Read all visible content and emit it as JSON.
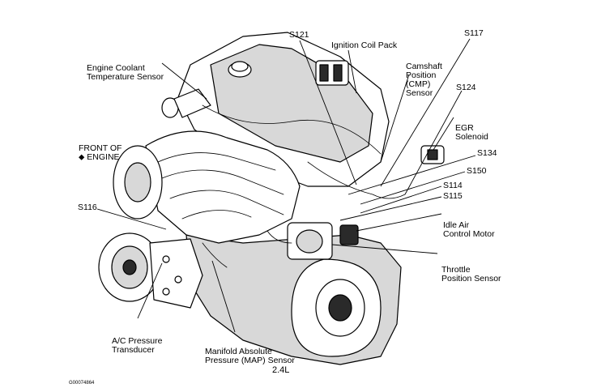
{
  "labels": {
    "engine_coolant": [
      "Engine Coolant",
      "Temperature Sensor"
    ],
    "front_of_engine": [
      "FRONT OF",
      "⬥ ENGINE"
    ],
    "s121": "S121",
    "ignition_coil": "Ignition Coil Pack",
    "camshaft": [
      "Camshaft",
      "Position",
      "(CMP)",
      "Sensor"
    ],
    "s117": "S117",
    "s124": "S124",
    "egr": [
      "EGR",
      "Solenoid"
    ],
    "s134": "S134",
    "s150": "S150",
    "s114": "S114",
    "s115": "S115",
    "idle_air": [
      "Idle Air",
      "Control Motor"
    ],
    "s116": "S116",
    "throttle": [
      "Throttle",
      "Position Sensor"
    ],
    "ac_pressure": [
      "A/C Pressure",
      "Transducer"
    ],
    "map_sensor": [
      "Manifold Absolute",
      "Pressure (MAP) Sensor"
    ],
    "engine_size": "2.4L",
    "figure_id": "G00074864"
  }
}
